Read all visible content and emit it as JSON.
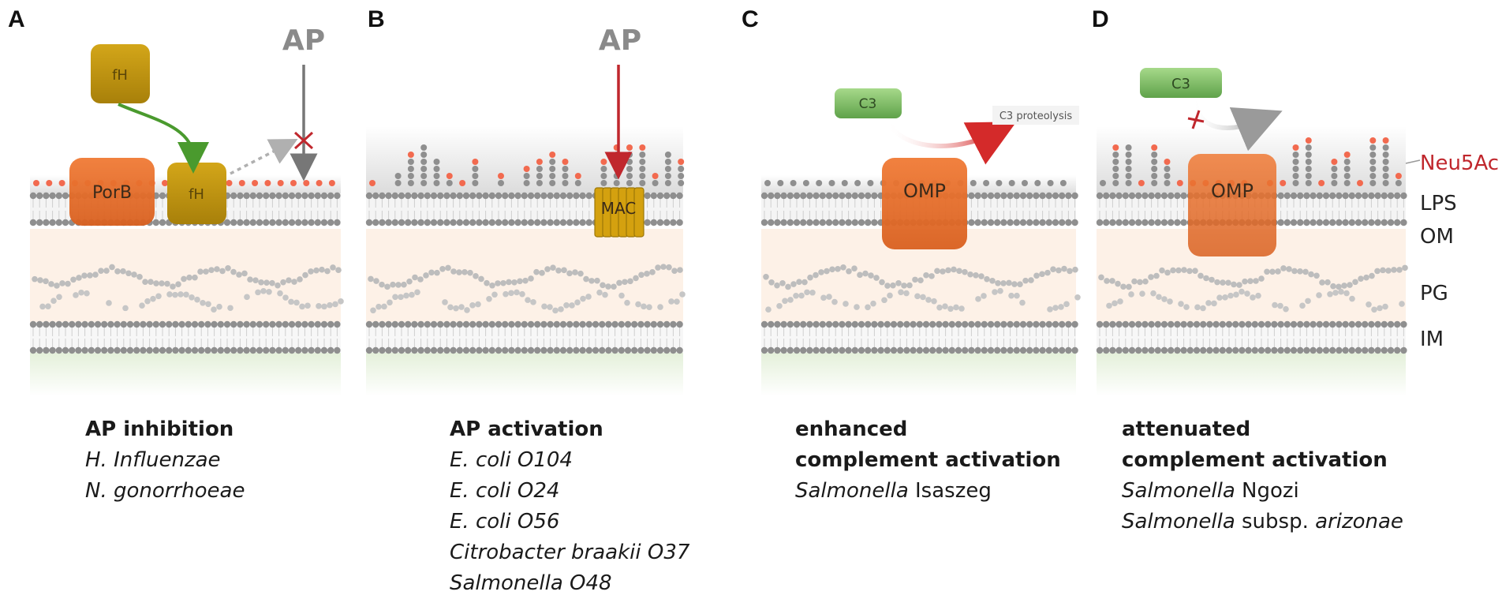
{
  "panels": [
    {
      "letter": "A",
      "caption_title": "AP inhibition",
      "caption_lines": [
        [
          "",
          "H. Influenzae",
          ""
        ],
        [
          "",
          "N. gonorrhoeae",
          ""
        ]
      ]
    },
    {
      "letter": "B",
      "caption_title": "AP activation",
      "caption_lines": [
        [
          "",
          "E. coli O104",
          ""
        ],
        [
          "",
          "E. coli O24",
          ""
        ],
        [
          "",
          "E. coli O56",
          ""
        ],
        [
          "",
          "Citrobacter braakii O37",
          ""
        ],
        [
          "",
          "Salmonella O48",
          ""
        ]
      ]
    },
    {
      "letter": "C",
      "caption_title": "enhanced\ncomplement activation",
      "caption_lines": [
        [
          "",
          "Salmonella",
          " Isaszeg"
        ]
      ]
    },
    {
      "letter": "D",
      "caption_title": "attenuated\ncomplement activation",
      "caption_lines": [
        [
          "",
          "Salmonella",
          " Ngozi"
        ],
        [
          "",
          "Salmonella",
          " subsp. "
        ],
        [
          "",
          "arizonae",
          ""
        ]
      ]
    }
  ],
  "labels": {
    "A_ap": "AP",
    "A_fh_top": "fH",
    "A_fh_bottom": "fH",
    "A_porb": "PorB",
    "B_ap": "AP",
    "B_mac": "MAC",
    "C_c3": "C3",
    "C_proteolysis": "C3 proteolysis",
    "C_omp": "OMP",
    "D_c3": "C3",
    "D_omp": "OMP"
  },
  "layer_labels": {
    "neu5ac": "Neu5Ac",
    "lps": "LPS",
    "om": "OM",
    "pg": "PG",
    "im": "IM"
  },
  "colors": {
    "porb": "#e8742e",
    "fh": "#c49a0f",
    "c3": "#7fbf5f",
    "mac": "#d4a10f",
    "ap_arrow": "#777777",
    "activation_arrow": "#c0272d",
    "neu5ac_bead": "#f26a4f",
    "lipid_bead": "#8f8f8f",
    "pg_fill": "#fdf1e7",
    "im_fill": "#e9f3e1"
  }
}
